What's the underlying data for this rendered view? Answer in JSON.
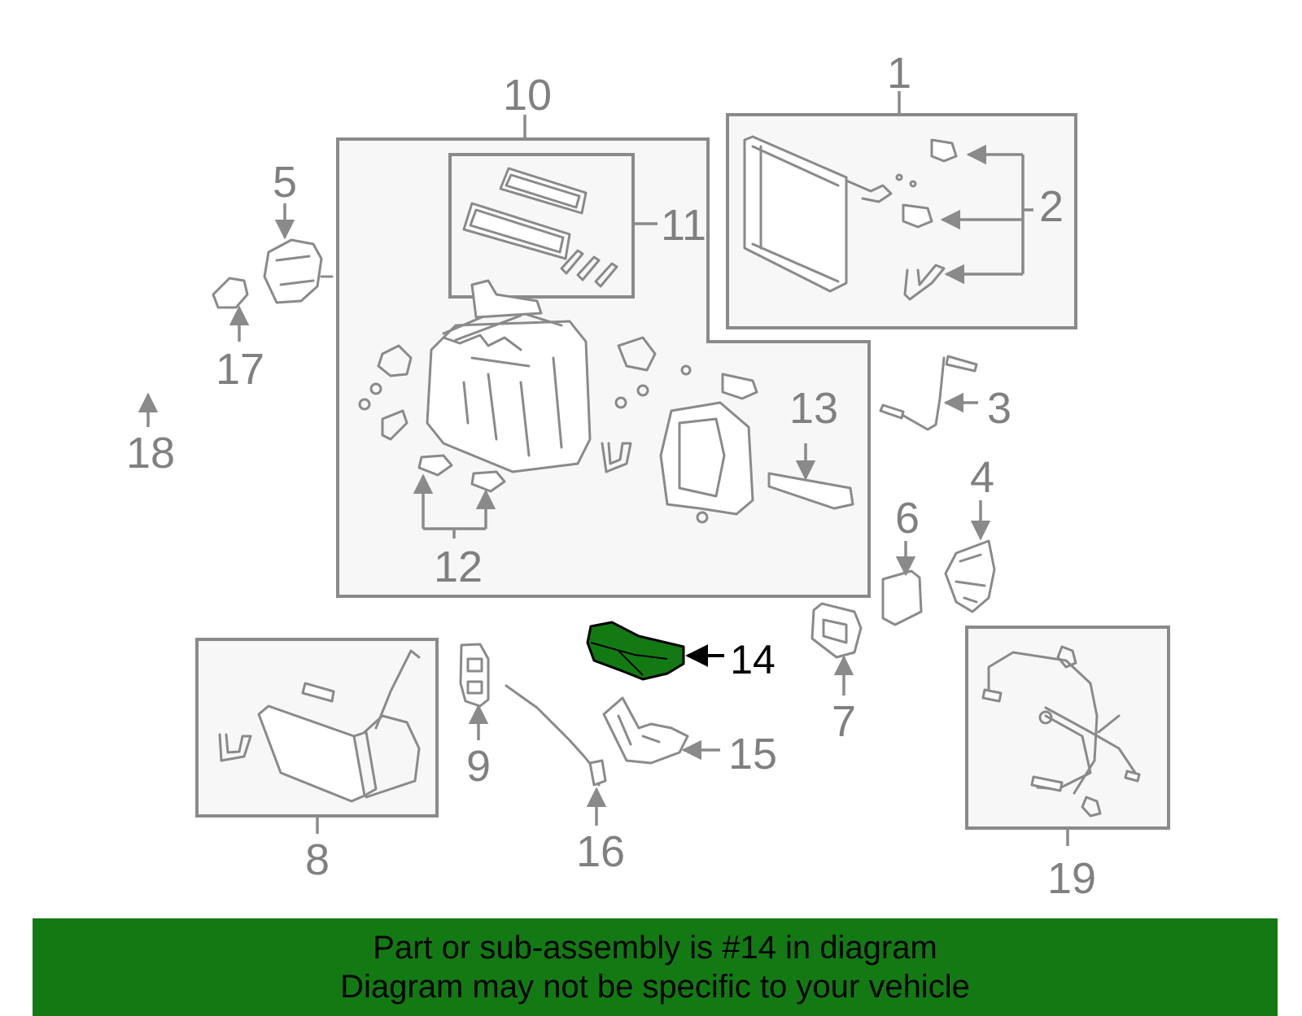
{
  "callouts": {
    "c1": "1",
    "c2": "2",
    "c3": "3",
    "c4": "4",
    "c5": "5",
    "c6": "6",
    "c7": "7",
    "c8": "8",
    "c9": "9",
    "c10": "10",
    "c11": "11",
    "c12": "12",
    "c13": "13",
    "c14": "14",
    "c15": "15",
    "c16": "16",
    "c17": "17",
    "c18": "18",
    "c19": "19"
  },
  "highlight": {
    "part": "14",
    "color": "#137a13"
  },
  "banner": {
    "line1": "Part or sub-assembly is #14 in diagram",
    "line2": "Diagram may not be specific to your vehicle",
    "background": "#137a13"
  }
}
